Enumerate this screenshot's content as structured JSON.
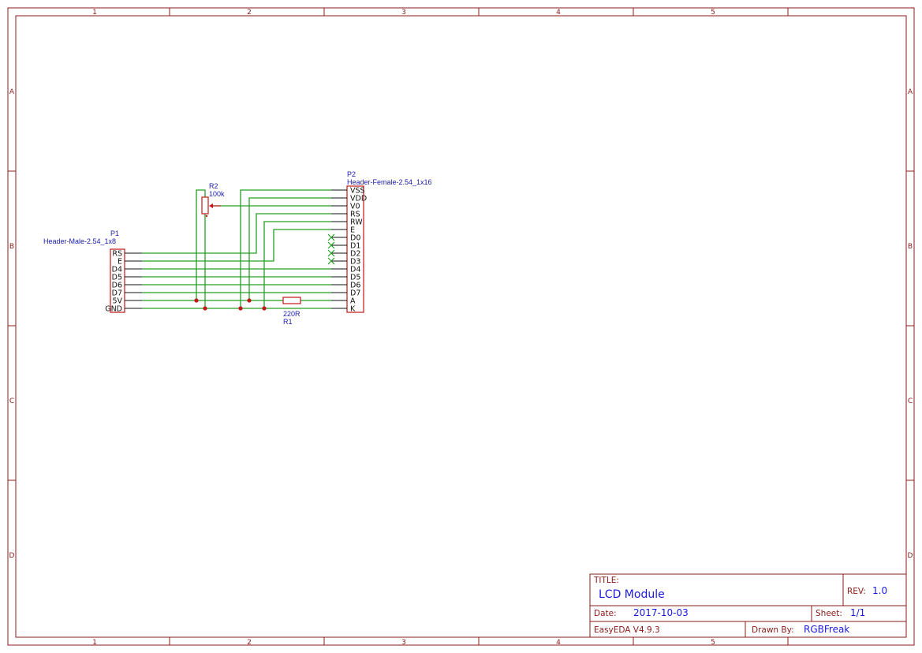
{
  "border": {
    "columns": [
      "1",
      "2",
      "3",
      "4",
      "5"
    ],
    "rows": [
      "A",
      "B",
      "C",
      "D"
    ]
  },
  "components": {
    "p1": {
      "ref": "P1",
      "value": "Header-Male-2.54_1x8",
      "pins": [
        "RS",
        "E",
        "D4",
        "D5",
        "D6",
        "D7",
        "5V",
        "GND"
      ]
    },
    "p2": {
      "ref": "P2",
      "value": "Header-Female-2.54_1x16",
      "pins": [
        "VSS",
        "VDD",
        "V0",
        "RS",
        "RW",
        "E",
        "D0",
        "D1",
        "D2",
        "D3",
        "D4",
        "D5",
        "D6",
        "D7",
        "A",
        "K"
      ]
    },
    "r1": {
      "ref": "R1",
      "value": "220R"
    },
    "r2": {
      "ref": "R2",
      "value": "100k"
    }
  },
  "title_block": {
    "title_label": "TITLE:",
    "title": "LCD Module",
    "rev_label": "REV:",
    "rev": "1.0",
    "date_label": "Date:",
    "date": "2017-10-03",
    "sheet_label": "Sheet:",
    "sheet": "1/1",
    "software": "EasyEDA V4.9.3",
    "drawn_by_label": "Drawn By:",
    "drawn_by": "RGBFreak"
  },
  "colors": {
    "border": "#8b1a1a",
    "wire": "#22a022",
    "component": "#c01818",
    "label": "#1a1aaa",
    "title_value": "#1a1ae0"
  }
}
